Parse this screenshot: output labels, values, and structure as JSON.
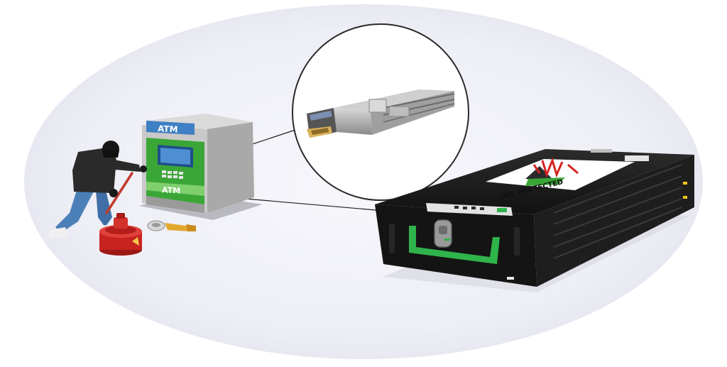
{
  "atm": {
    "top_label": "ATM",
    "panel_label": "ATM"
  },
  "cassette": {
    "label_text": "INK PROTECTED"
  },
  "colors": {
    "background_ellipse": "#f1f1f8",
    "atm_green": "#3aa636",
    "atm_body_gray": "#c9c9c9",
    "atm_sign_blue": "#3f7fc4",
    "cassette_black": "#1a1a1a",
    "cassette_handle_green": "#2fb34a",
    "gas_can_red": "#c8231f",
    "jeans_blue": "#4b7fb8"
  },
  "icons": [
    "thief-figure",
    "atm-machine",
    "gas-can",
    "crowbar-tool",
    "magnifier-circle",
    "cash-drawer",
    "ink-cassette",
    "warning-symbol"
  ]
}
